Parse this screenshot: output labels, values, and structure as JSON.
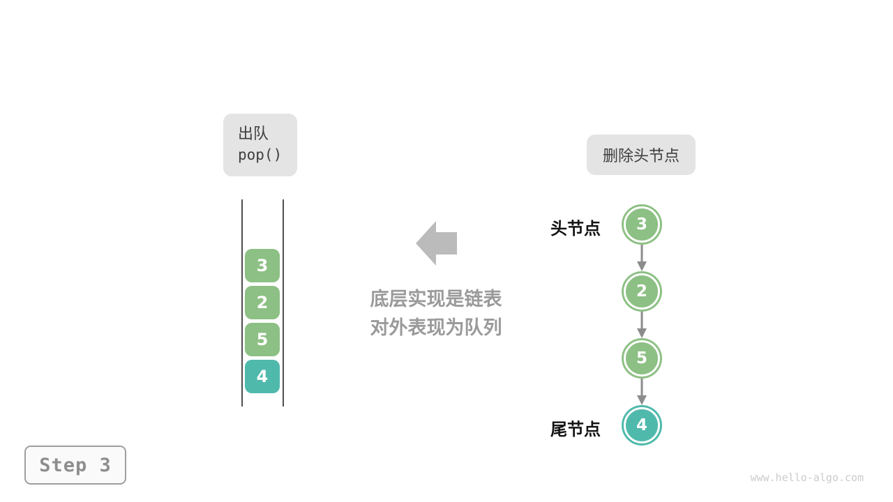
{
  "palette": {
    "green": "#8DC084",
    "teal": "#4FB9AC",
    "label_bg": "#E4E4E4",
    "label_text": "#3E3E3E",
    "arrow_gray": "#BBBBBB",
    "caption_gray": "#9A9A9A",
    "connector_gray": "#8C8C8C",
    "dark_text": "#141414",
    "step_gray": "#8E8E8E",
    "watermark_gray": "#CBCBCB"
  },
  "op_label": {
    "line1": "出队",
    "line2": "pop()"
  },
  "queue": {
    "items": [
      {
        "value": "3",
        "color": "green"
      },
      {
        "value": "2",
        "color": "green"
      },
      {
        "value": "5",
        "color": "green"
      },
      {
        "value": "4",
        "color": "teal"
      }
    ]
  },
  "caption": {
    "line1": "底层实现是链表",
    "line2": "对外表现为队列"
  },
  "action_label": "删除头节点",
  "linked_list": {
    "head_label": "头节点",
    "tail_label": "尾节点",
    "nodes": [
      {
        "value": "3",
        "color": "green"
      },
      {
        "value": "2",
        "color": "green"
      },
      {
        "value": "5",
        "color": "green"
      },
      {
        "value": "4",
        "color": "teal"
      }
    ]
  },
  "step_badge": "Step 3",
  "watermark": "www.hello-algo.com"
}
